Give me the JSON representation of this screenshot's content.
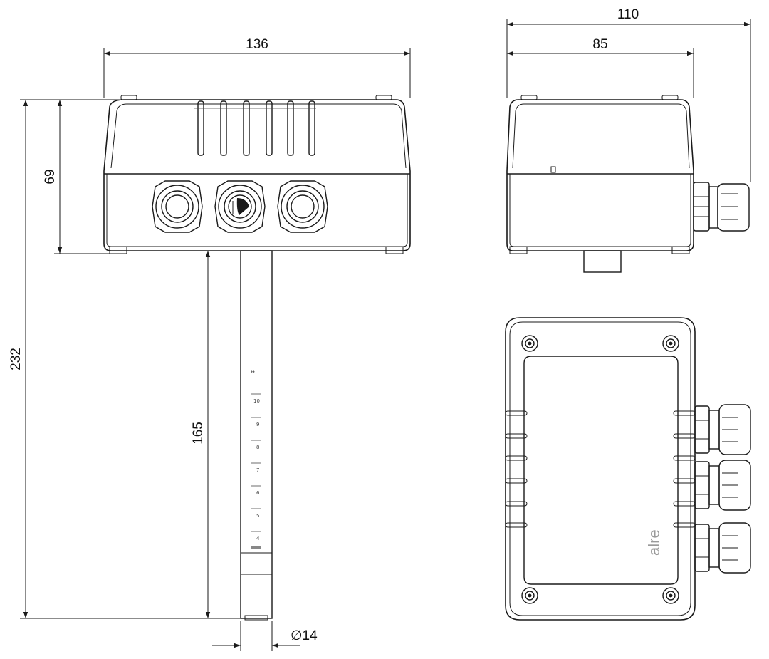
{
  "dimensions": {
    "front_width": "136",
    "front_height_housing": "69",
    "total_height": "232",
    "probe_length": "165",
    "probe_diameter": "∅14",
    "side_total_depth": "110",
    "side_housing_depth": "85"
  },
  "probe_scale": {
    "arrow": "↔",
    "marks": [
      "10",
      "9",
      "8",
      "7",
      "6",
      "5",
      "4"
    ]
  },
  "brand": "alre",
  "colors": {
    "line": "#1a1a1a",
    "background": "#ffffff",
    "brand_grey": "#9a9a9a"
  }
}
